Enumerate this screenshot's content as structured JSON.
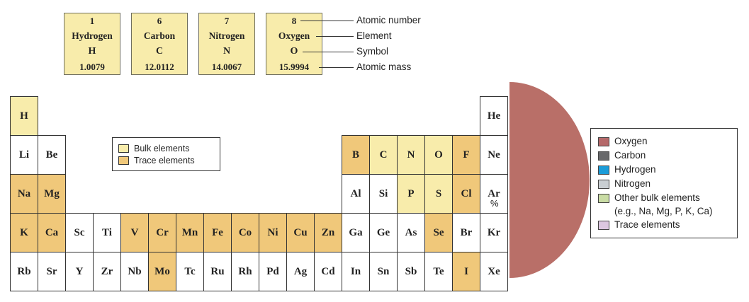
{
  "element_cards": [
    {
      "atomic_number": "1",
      "name": "Hydrogen",
      "symbol": "H",
      "atomic_mass": "1.0079"
    },
    {
      "atomic_number": "6",
      "name": "Carbon",
      "symbol": "C",
      "atomic_mass": "12.0112"
    },
    {
      "atomic_number": "7",
      "name": "Nitrogen",
      "symbol": "N",
      "atomic_mass": "14.0067"
    },
    {
      "atomic_number": "8",
      "name": "Oxygen",
      "symbol": "O",
      "atomic_mass": "15.9994"
    }
  ],
  "card_annotations": [
    "Atomic number",
    "Element",
    "Symbol",
    "Atomic mass"
  ],
  "table_legend": {
    "items": [
      {
        "label": "Bulk elements",
        "color": "#f8ecab"
      },
      {
        "label": "Trace elements",
        "color": "#f0c87a"
      }
    ]
  },
  "periodic_table": {
    "type_colors": {
      "bulk": "#f8ecab",
      "trace": "#f0c87a",
      "plain": "#ffffff"
    },
    "rows": [
      [
        {
          "symbol": "H",
          "col": 1,
          "type": "bulk"
        },
        {
          "symbol": "He",
          "col": 18,
          "type": "plain"
        }
      ],
      [
        {
          "symbol": "Li",
          "col": 1,
          "type": "plain"
        },
        {
          "symbol": "Be",
          "col": 2,
          "type": "plain"
        },
        {
          "symbol": "B",
          "col": 13,
          "type": "trace"
        },
        {
          "symbol": "C",
          "col": 14,
          "type": "bulk"
        },
        {
          "symbol": "N",
          "col": 15,
          "type": "bulk"
        },
        {
          "symbol": "O",
          "col": 16,
          "type": "bulk"
        },
        {
          "symbol": "F",
          "col": 17,
          "type": "trace"
        },
        {
          "symbol": "Ne",
          "col": 18,
          "type": "plain"
        }
      ],
      [
        {
          "symbol": "Na",
          "col": 1,
          "type": "trace"
        },
        {
          "symbol": "Mg",
          "col": 2,
          "type": "trace"
        },
        {
          "symbol": "Al",
          "col": 13,
          "type": "plain"
        },
        {
          "symbol": "Si",
          "col": 14,
          "type": "plain"
        },
        {
          "symbol": "P",
          "col": 15,
          "type": "bulk"
        },
        {
          "symbol": "S",
          "col": 16,
          "type": "bulk"
        },
        {
          "symbol": "Cl",
          "col": 17,
          "type": "trace"
        },
        {
          "symbol": "Ar",
          "col": 18,
          "type": "plain"
        }
      ],
      [
        {
          "symbol": "K",
          "col": 1,
          "type": "trace"
        },
        {
          "symbol": "Ca",
          "col": 2,
          "type": "trace"
        },
        {
          "symbol": "Sc",
          "col": 3,
          "type": "plain"
        },
        {
          "symbol": "Ti",
          "col": 4,
          "type": "plain"
        },
        {
          "symbol": "V",
          "col": 5,
          "type": "trace"
        },
        {
          "symbol": "Cr",
          "col": 6,
          "type": "trace"
        },
        {
          "symbol": "Mn",
          "col": 7,
          "type": "trace"
        },
        {
          "symbol": "Fe",
          "col": 8,
          "type": "trace"
        },
        {
          "symbol": "Co",
          "col": 9,
          "type": "trace"
        },
        {
          "symbol": "Ni",
          "col": 10,
          "type": "trace"
        },
        {
          "symbol": "Cu",
          "col": 11,
          "type": "trace"
        },
        {
          "symbol": "Zn",
          "col": 12,
          "type": "trace"
        },
        {
          "symbol": "Ga",
          "col": 13,
          "type": "plain"
        },
        {
          "symbol": "Ge",
          "col": 14,
          "type": "plain"
        },
        {
          "symbol": "As",
          "col": 15,
          "type": "plain"
        },
        {
          "symbol": "Se",
          "col": 16,
          "type": "trace"
        },
        {
          "symbol": "Br",
          "col": 17,
          "type": "plain"
        },
        {
          "symbol": "Kr",
          "col": 18,
          "type": "plain"
        }
      ],
      [
        {
          "symbol": "Rb",
          "col": 1,
          "type": "plain"
        },
        {
          "symbol": "Sr",
          "col": 2,
          "type": "plain"
        },
        {
          "symbol": "Y",
          "col": 3,
          "type": "plain"
        },
        {
          "symbol": "Zr",
          "col": 4,
          "type": "plain"
        },
        {
          "symbol": "Nb",
          "col": 5,
          "type": "plain"
        },
        {
          "symbol": "Mo",
          "col": 6,
          "type": "trace"
        },
        {
          "symbol": "Tc",
          "col": 7,
          "type": "plain"
        },
        {
          "symbol": "Ru",
          "col": 8,
          "type": "plain"
        },
        {
          "symbol": "Rh",
          "col": 9,
          "type": "plain"
        },
        {
          "symbol": "Pd",
          "col": 10,
          "type": "plain"
        },
        {
          "symbol": "Ag",
          "col": 11,
          "type": "plain"
        },
        {
          "symbol": "Cd",
          "col": 12,
          "type": "plain"
        },
        {
          "symbol": "In",
          "col": 13,
          "type": "plain"
        },
        {
          "symbol": "Sn",
          "col": 14,
          "type": "plain"
        },
        {
          "symbol": "Sb",
          "col": 15,
          "type": "plain"
        },
        {
          "symbol": "Te",
          "col": 16,
          "type": "plain"
        },
        {
          "symbol": "I",
          "col": 17,
          "type": "trace"
        },
        {
          "symbol": "Xe",
          "col": 18,
          "type": "plain"
        }
      ]
    ]
  },
  "pie_chart": {
    "color": "#b96f68",
    "visible_label": "%"
  },
  "pie_legend": {
    "items": [
      {
        "label": "Oxygen",
        "color": "#b5696a"
      },
      {
        "label": "Carbon",
        "color": "#68696b"
      },
      {
        "label": "Hydrogen",
        "color": "#1b9cd8"
      },
      {
        "label": "Nitrogen",
        "color": "#c9ced2"
      },
      {
        "label": "Other bulk elements",
        "sublabel": "(e.g., Na, Mg, P, K, Ca)",
        "color": "#c9dca4"
      },
      {
        "label": "Trace elements",
        "color": "#dcc7e0"
      }
    ]
  }
}
